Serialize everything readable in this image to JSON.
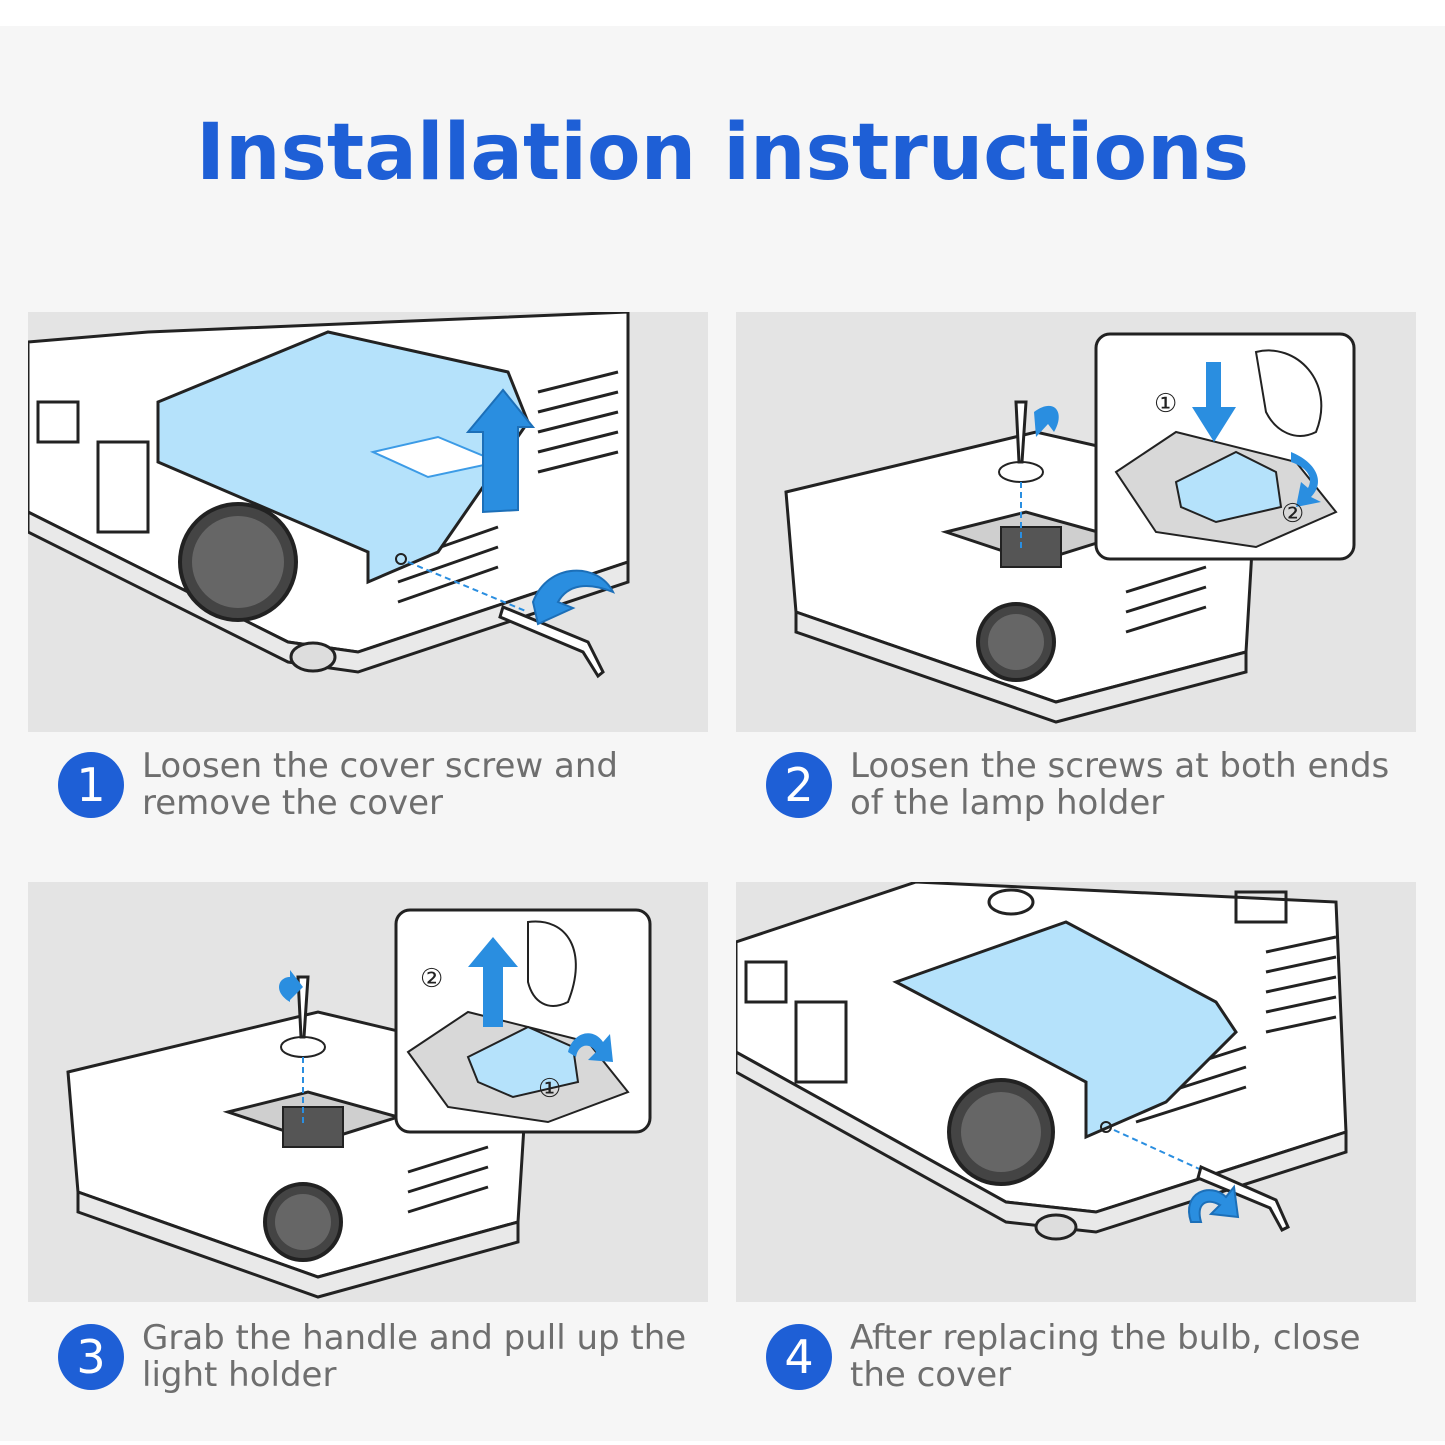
{
  "title": "Installation instructions",
  "accent_color": "#1e5fd6",
  "cover_color": "#b5e2fb",
  "steps": [
    {
      "number": "1",
      "text": "Loosen the cover screw and remove the cover"
    },
    {
      "number": "2",
      "text": "Loosen the screws at both ends of the lamp holder"
    },
    {
      "number": "3",
      "text": "Grab the handle and pull up the light holder"
    },
    {
      "number": "4",
      "text": "After replacing the bulb, close the cover"
    }
  ],
  "callouts": {
    "panel2": [
      "①",
      "②"
    ],
    "panel3": [
      "②",
      "①"
    ]
  }
}
